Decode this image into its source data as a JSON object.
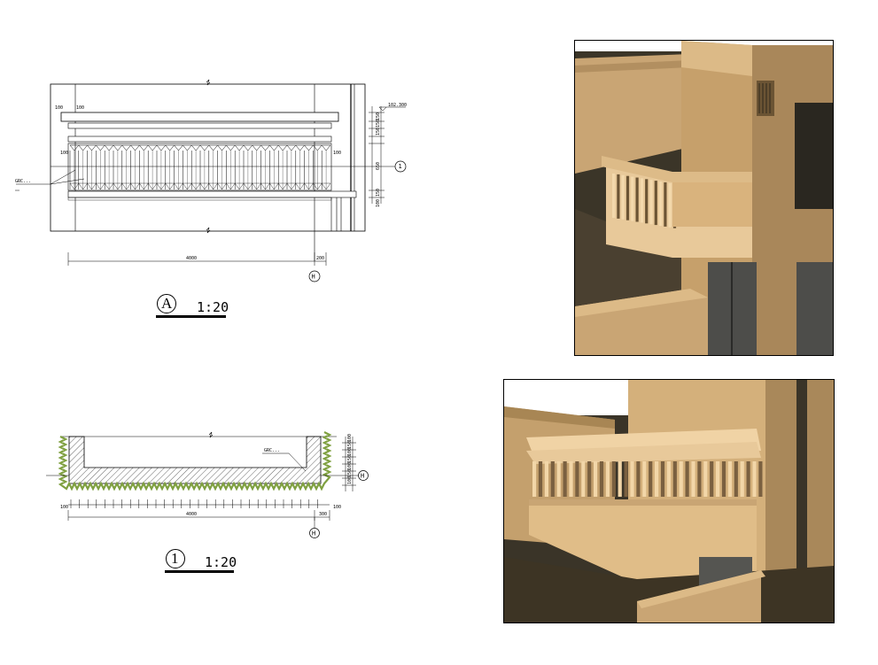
{
  "elevation": {
    "marker": "A",
    "scale": "1:20",
    "dim_total": "4000",
    "dim_right": "200",
    "dim_left_top": "100",
    "dim_left_top2": "100",
    "dim_row_left": "100",
    "dim_row_right": "100",
    "level": "102.300",
    "vertical_dims": [
      "150",
      "150",
      "150",
      "650",
      "150",
      "100"
    ],
    "callout_note": "GRC...",
    "section_ref": "1",
    "grid_ref": "H"
  },
  "plan": {
    "marker": "1",
    "scale": "1:20",
    "dim_total": "4000",
    "dim_right": "300",
    "dim_left": "100",
    "dim_right_small": "100",
    "callout_note": "GRC...",
    "grid_ref": "H",
    "vertical_dims": [
      "100",
      "150",
      "100",
      "150",
      "100",
      "150",
      "100"
    ]
  },
  "colors": {
    "wall_light": "#e8c99a",
    "wall_mid": "#c9a574",
    "wall_dark": "#6b5434",
    "shadow": "#3d3424",
    "glass": "#5a5a58",
    "plan_hatch": "#7fa040"
  }
}
